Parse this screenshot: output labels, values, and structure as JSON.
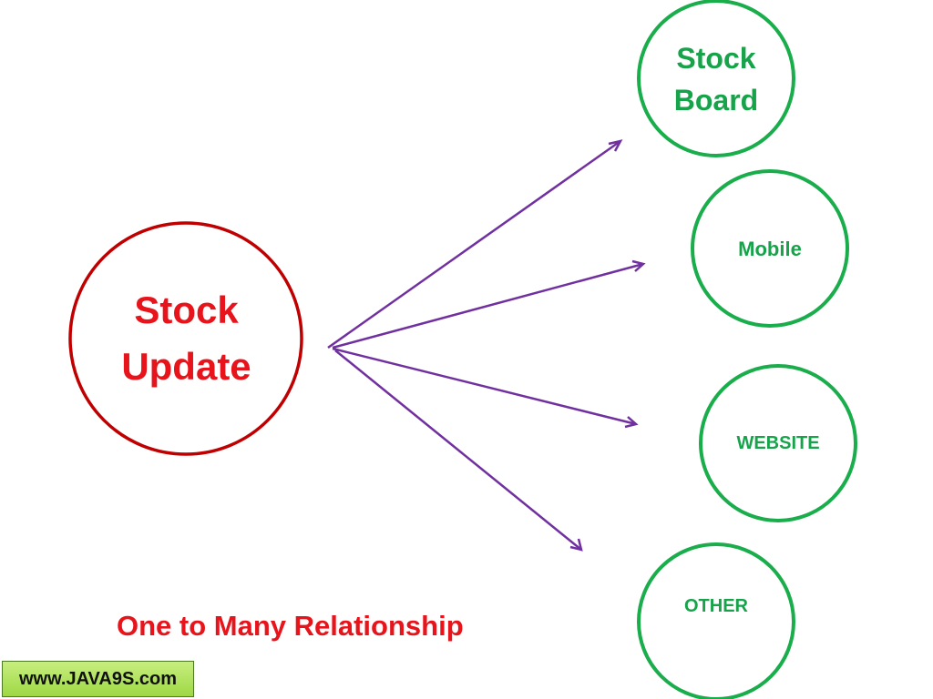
{
  "diagram": {
    "source": {
      "lines": [
        "Stock",
        "Update"
      ],
      "color": "#e8141b",
      "outline_color": "#c00000"
    },
    "targets": [
      {
        "lines": [
          "Stock",
          "Board"
        ]
      },
      {
        "lines": [
          "Mobile"
        ]
      },
      {
        "lines": [
          "WEBSITE"
        ]
      },
      {
        "lines": [
          "OTHER"
        ]
      }
    ],
    "target_color": "#16a34a",
    "target_outline_color": "#1aad4b",
    "arrow_color": "#7030a0"
  },
  "caption": "One to Many Relationship",
  "brand": "www.JAVA9S.com"
}
